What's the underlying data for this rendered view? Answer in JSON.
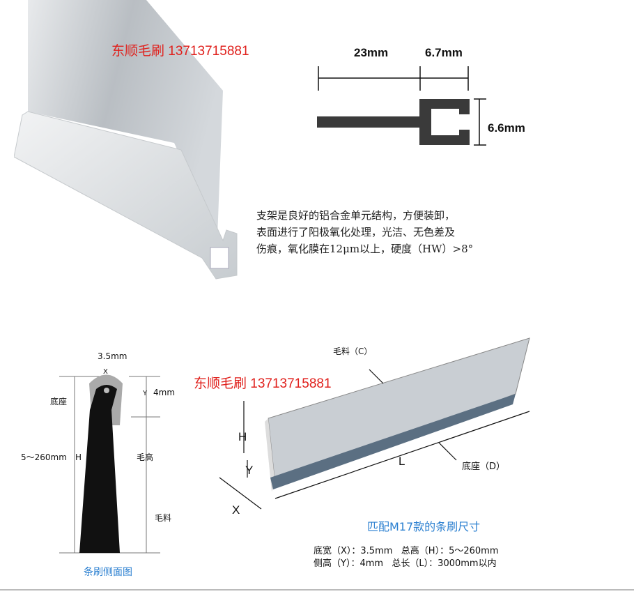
{
  "watermark": "东顺毛刷 13713715881",
  "profile": {
    "width_a": "23mm",
    "width_b": "6.7mm",
    "height": "6.6mm"
  },
  "description": [
    "支架是良好的铝合金单元结构，方便装卸，",
    "表面进行了阳极氧化处理，光洁、无色差及",
    "伤痕，氧化膜在12μm以上，硬度（HW）>8°"
  ],
  "side_view": {
    "width": "3.5mm",
    "x": "X",
    "y": "Y",
    "y_value": "4mm",
    "base": "底座",
    "height_range": "5～260mm",
    "h": "H",
    "bristle_height": "毛高",
    "bristle": "毛料",
    "caption": "条刷侧面图"
  },
  "brush3d": {
    "bristle_label": "毛料（C）",
    "base_label": "底座（D）",
    "h": "H",
    "y": "Y",
    "x": "X",
    "l": "L"
  },
  "spec": {
    "title": "匹配M17款的条刷尺寸",
    "lines": [
      "底宽（X）：3.5mm   总高（H）：5～260mm",
      "侧高（Y）：4mm   总长（L）：3000mm以内"
    ]
  },
  "colors": {
    "watermark": "#e0201c",
    "caption": "#2a7fd0"
  }
}
